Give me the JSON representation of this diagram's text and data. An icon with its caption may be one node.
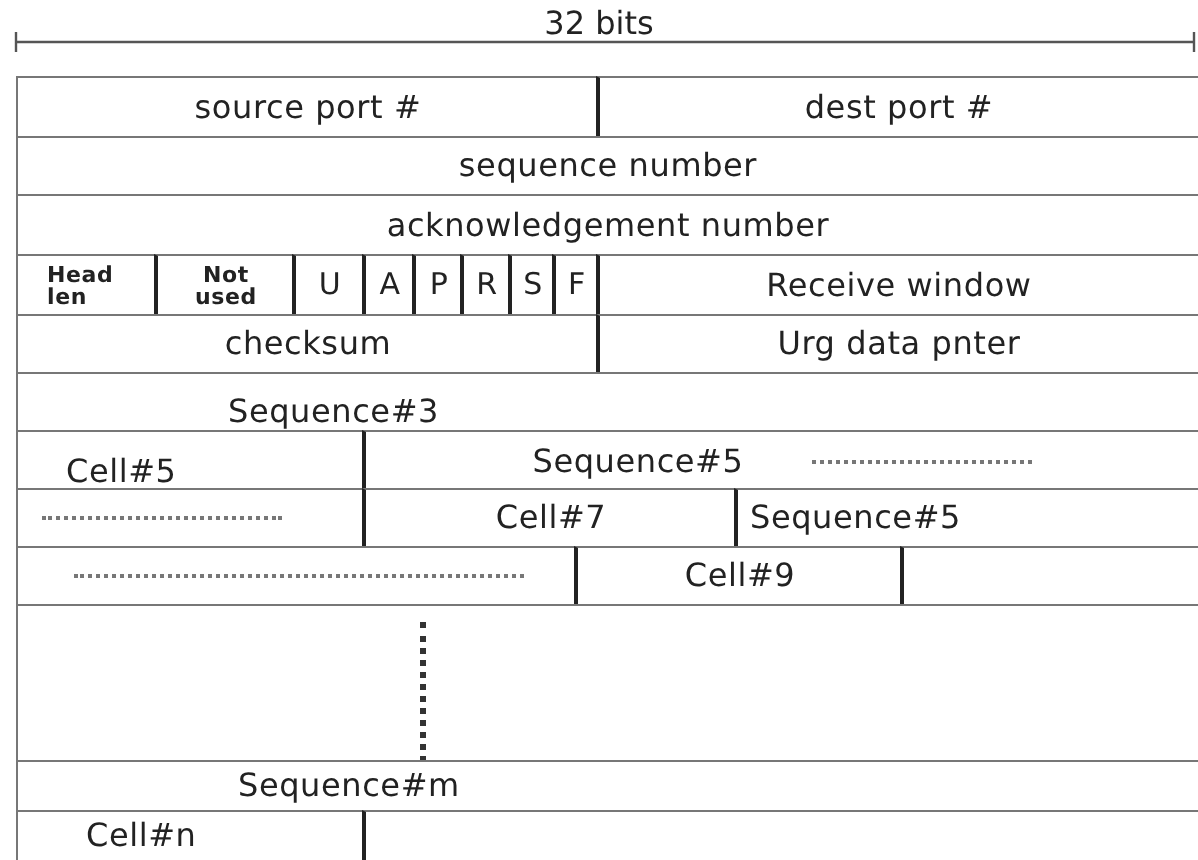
{
  "diagram": {
    "nodes": [
      {
        "text": [
          "source port #"
        ]
      },
      {
        "text": [
          "dest port #"
        ]
      },
      {
        "text": [
          "sequence number"
        ]
      },
      {
        "text": [
          "acknowledgement number"
        ]
      },
      {
        "text": [
          "Head len"
        ]
      },
      {
        "text": [
          "Not used"
        ]
      },
      {
        "text": [
          "U"
        ]
      },
      {
        "text": [
          "A"
        ]
      },
      {
        "text": [
          "P"
        ]
      },
      {
        "text": [
          "R"
        ]
      },
      {
        "text": [
          "S"
        ]
      },
      {
        "text": [
          "F"
        ]
      },
      {
        "text": [
          "Receive window"
        ]
      },
      {
        "text": [
          "checksum"
        ]
      },
      {
        "text": [
          "Urg data pnter"
        ]
      },
      {
        "text": [
          "Sequence#3"
        ]
      },
      {
        "text": [
          "Cell#5"
        ]
      },
      {
        "text": [
          "Sequence#5"
        ]
      },
      {
        "text": [],
        "shape": "box"
      },
      {
        "text": [
          "Cell#7"
        ]
      },
      {
        "text": [
          "Sequence#5"
        ]
      },
      {
        "text": [],
        "shape": "box"
      },
      {
        "text": [
          "Cell#9"
        ]
      },
      {
        "text": [],
        "shape": "box"
      },
      {
        "text": [],
        "shape": "box"
      },
      {
        "text": [
          "Sequence#m"
        ]
      },
      {
        "text": [
          "Cell#n"
        ]
      },
      {
        "text": [],
        "shape": "box"
      }
    ],
    "edges": [],
    "labels": [
      "32 bits"
    ]
  }
}
